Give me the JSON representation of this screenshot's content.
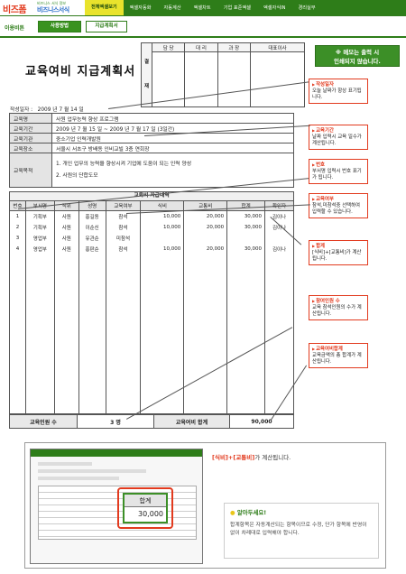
{
  "logo": {
    "brand": "비즈폼",
    "tagline": "비즈니스 서식 정보",
    "product": "비즈니스서식"
  },
  "menu": [
    "전체엑셀보기",
    "엑셀자동화",
    "자동계산",
    "엑셀차트",
    "기업 표준엑셀",
    "엑셀자식IN",
    "경리실무"
  ],
  "menu_active": 0,
  "subtabs": {
    "label": "이용비튼",
    "tabs": [
      "사용방법",
      "지급계획서"
    ],
    "active": 0
  },
  "document": {
    "title": "교육여비 지급계획서",
    "approval": {
      "gyeol": "결",
      "jae": "재",
      "roles": [
        "담 당",
        "대 리",
        "과 장",
        "대표이사"
      ]
    },
    "date_label": "작성일자 :",
    "date_value": "2009 년  7 월  14 일",
    "info": [
      {
        "label": "교육명",
        "value": "사원 업무능력 향상 프로그램"
      },
      {
        "label": "교육기간",
        "value": "2009 년  7 월  15 일      ~      2009 년  7 월  17 일     (3일간)"
      },
      {
        "label": "교육기관",
        "value": "중소기업 인력개발원"
      },
      {
        "label": "교육장소",
        "value": "서울시 서초구 방배동 인비교빌 3층 연회장"
      },
      {
        "label": "교육목적",
        "lines": [
          "1. 개인 업무의 능력을 향상시켜 기업에 도움이 되는 인력 양성",
          "2. 사원의 단합도모"
        ]
      }
    ],
    "detail_title": "교육비 지급내역",
    "columns": [
      "번호",
      "부서명",
      "직위",
      "성명",
      "교육여부",
      "식비",
      "교통비",
      "합계",
      "확인자"
    ],
    "rows": [
      [
        "1",
        "기획부",
        "사원",
        "홍길동",
        "참석",
        "10,000",
        "20,000",
        "30,000",
        "김이나"
      ],
      [
        "2",
        "기획부",
        "사원",
        "이순신",
        "참석",
        "10,000",
        "20,000",
        "30,000",
        "김이나"
      ],
      [
        "3",
        "영업부",
        "사원",
        "유관순",
        "미참석",
        "",
        "",
        "",
        ""
      ],
      [
        "4",
        "영업부",
        "사원",
        "홍판순",
        "참석",
        "10,000",
        "20,000",
        "30,000",
        "김이나"
      ]
    ],
    "summary": {
      "count_label": "교육인원 수",
      "count_value": "3 명",
      "total_label": "교육여비 합계",
      "total_value": "90,000"
    }
  },
  "callout_green": {
    "line1": "※ 메모는 출력 시",
    "line2": "인쇄되지 않습니다."
  },
  "notes": [
    {
      "title": "작성일자",
      "body": "오늘 날짜가 항상 표기됩니다."
    },
    {
      "title": "교육기간",
      "body": "날짜 입력시 교육 일수가 계산됩니다."
    },
    {
      "title": "번호",
      "body": "부서명 입력시 번호 표기가 됩니다."
    },
    {
      "title": "교육여부",
      "body": "참석,미참석중 선택하여 입력할 수 있습니다."
    },
    {
      "title": "합계",
      "body": "[식비]+[교통비]가 계산됩니다."
    },
    {
      "title": "참여인원 수",
      "body": "교육 참석인원의 수가 계산됩니다."
    },
    {
      "title": "교육여비합계",
      "body": "교육금액의 총 합계가 계산됩니다."
    }
  ],
  "help": {
    "zoom_label": "합계",
    "zoom_value": "30,000",
    "formula_red": "[식비]+[교통비]",
    "formula_rest": "가 계산됩니다.",
    "tip_title": "알아두세요!",
    "tip_text": "합계항목은 자동계산되는 항목이므로 수정, 단가 항목에 반영이 없이 차례대로 입력해야 합니다."
  },
  "colors": {
    "brand_green": "#2e7d19",
    "accent_red": "#e23a1e",
    "menu_active": "#e9e32c"
  }
}
